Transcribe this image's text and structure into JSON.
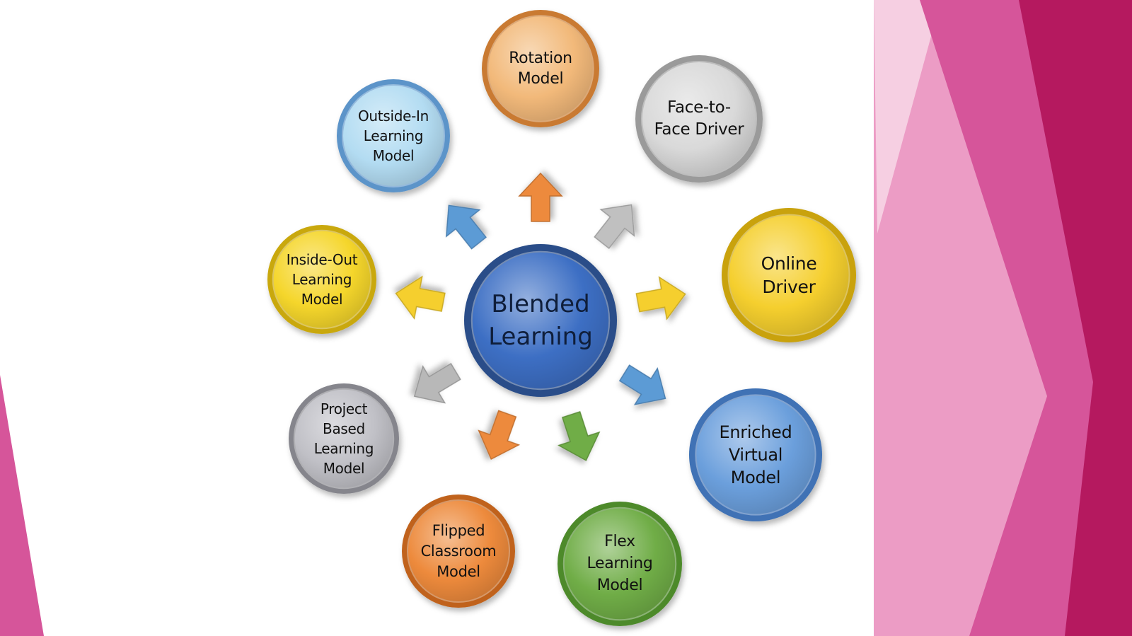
{
  "center": {
    "label": "Blended\nLearning",
    "color": "#3d6fc4"
  },
  "nodes": [
    {
      "id": "rotation-model",
      "label": "Rotation\nModel",
      "color": "#f2b97a",
      "rim": "#c97a30"
    },
    {
      "id": "face-to-face-driver",
      "label": "Face-to-\nFace Driver",
      "color": "#d9d9d9",
      "rim": "#9a9a9a"
    },
    {
      "id": "online-driver",
      "label": "Online\nDriver",
      "color": "#f5cf2e",
      "rim": "#c9a20c"
    },
    {
      "id": "enriched-virtual-model",
      "label": "Enriched\nVirtual\nModel",
      "color": "#6b9fdc",
      "rim": "#3f72b5"
    },
    {
      "id": "flex-learning-model",
      "label": "Flex\nLearning\nModel",
      "color": "#70ad47",
      "rim": "#4e8a2c"
    },
    {
      "id": "flipped-classroom-model",
      "label": "Flipped\nClassroom\nModel",
      "color": "#ed8a3c",
      "rim": "#c0621a"
    },
    {
      "id": "project-based-learning-model",
      "label": "Project\nBased\nLearning\nModel",
      "color": "#c0c0c6",
      "rim": "#85858c"
    },
    {
      "id": "inside-out-learning-model",
      "label": "Inside-Out\nLearning\nModel",
      "color": "#f5d62b",
      "rim": "#c9a80c"
    },
    {
      "id": "outside-in-learning-model",
      "label": "Outside-In\nLearning\nModel",
      "color": "#b3dcf2",
      "rim": "#5b94c9"
    }
  ],
  "arrows": [
    {
      "target": "rotation-model",
      "color": "#ed8a3c"
    },
    {
      "target": "face-to-face-driver",
      "color": "#c0c0c0"
    },
    {
      "target": "online-driver",
      "color": "#f5cf2e"
    },
    {
      "target": "enriched-virtual-model",
      "color": "#5b9bd5"
    },
    {
      "target": "flex-learning-model",
      "color": "#70ad47"
    },
    {
      "target": "flipped-classroom-model",
      "color": "#ed8a3c"
    },
    {
      "target": "project-based-learning-model",
      "color": "#b8b8b8"
    },
    {
      "target": "inside-out-learning-model",
      "color": "#f5cf2e"
    },
    {
      "target": "outside-in-learning-model",
      "color": "#5b9bd5"
    }
  ],
  "theme": {
    "accent_dark": "#b5195f",
    "accent_mid": "#d6559a",
    "accent_light": "#ec9cc5"
  }
}
